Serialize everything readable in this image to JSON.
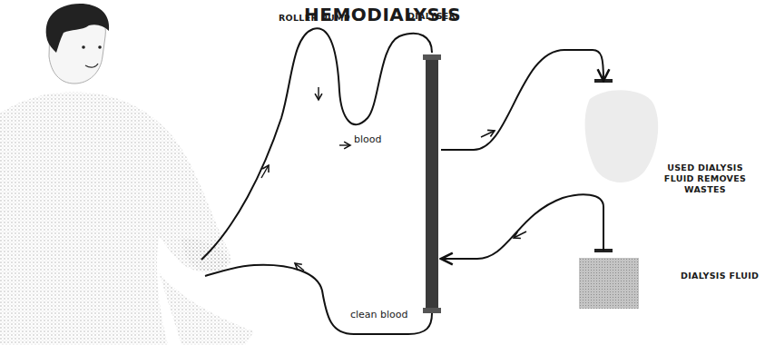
{
  "diagram": {
    "title": "HEMODIALYSIS",
    "nodes": [
      {
        "text": [
          "DIALYSER"
        ]
      },
      {
        "text": [
          "USED DIALYSIS FLUID REMOVES WASTES"
        ]
      },
      {
        "text": [
          "DIALYSIS FLUID"
        ]
      }
    ],
    "edges": [
      {
        "from": 0,
        "to": 1,
        "arrow": "to"
      },
      {
        "from": 2,
        "to": 0,
        "arrow": "to"
      }
    ],
    "labels": [
      "ROLLER PUMP",
      "blood",
      "clean blood"
    ]
  }
}
